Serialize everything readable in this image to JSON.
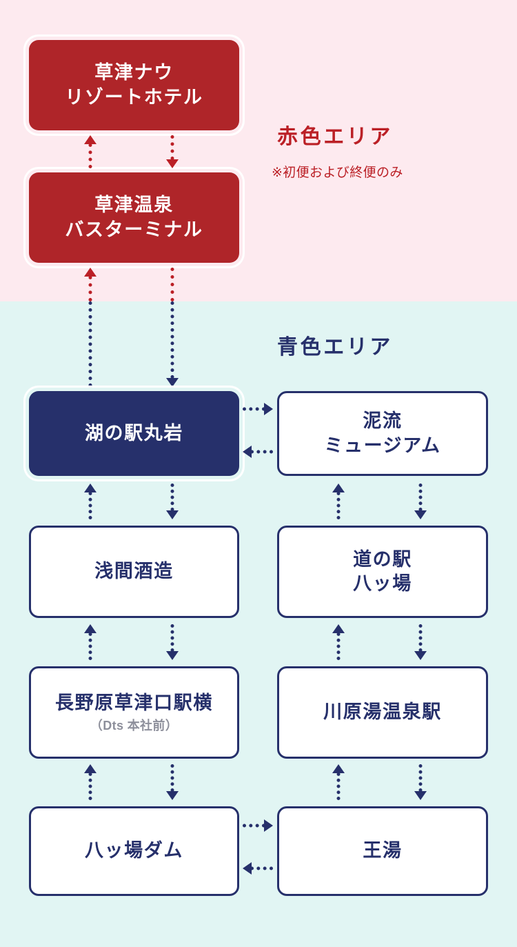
{
  "areas": {
    "red": {
      "label": "赤色エリア",
      "note": "※初便および終便のみ",
      "color": "#bb2026",
      "background": "#fdeaef"
    },
    "blue": {
      "label": "青色エリア",
      "color": "#26306b",
      "background": "#e1f5f3"
    }
  },
  "nodes": {
    "kusatsu_now_resort_hotel": {
      "label": "草津ナウ\nリゾートホテル",
      "line1": "草津ナウ",
      "line2": "リゾートホテル",
      "style": "red-filled"
    },
    "kusatsu_onsen_bus_terminal": {
      "label": "草津温泉\nバスターミナル",
      "line1": "草津温泉",
      "line2": "バスターミナル",
      "style": "red-filled"
    },
    "mizuumi_no_eki_maruiwa": {
      "label": "湖の駅丸岩",
      "line1": "湖の駅丸岩",
      "line2": "",
      "style": "navy-filled"
    },
    "deiryu_museum": {
      "label": "泥流\nミュージアム",
      "line1": "泥流",
      "line2": "ミュージアム",
      "style": "outline"
    },
    "asama_shuzo": {
      "label": "浅間酒造",
      "line1": "浅間酒造",
      "line2": "",
      "style": "outline"
    },
    "michi_no_eki_yamba": {
      "label": "道の駅\n八ッ場",
      "line1": "道の駅",
      "line2": "八ッ場",
      "style": "outline"
    },
    "naganohara_kusatsuguchi_eki_yoko": {
      "label": "長野原草津口駅横",
      "line1": "長野原草津口駅横",
      "sub": "（Dts 本社前）",
      "style": "outline"
    },
    "kawarayu_onsen_eki": {
      "label": "川原湯温泉駅",
      "line1": "川原湯温泉駅",
      "line2": "",
      "style": "outline"
    },
    "yamba_dam": {
      "label": "八ッ場ダム",
      "line1": "八ッ場ダム",
      "line2": "",
      "style": "outline"
    },
    "ou_no_yu": {
      "label": "王湯",
      "line1": "王湯",
      "line2": "",
      "style": "outline"
    }
  },
  "arrows": {
    "directions": [
      "up",
      "down",
      "right",
      "left"
    ]
  }
}
